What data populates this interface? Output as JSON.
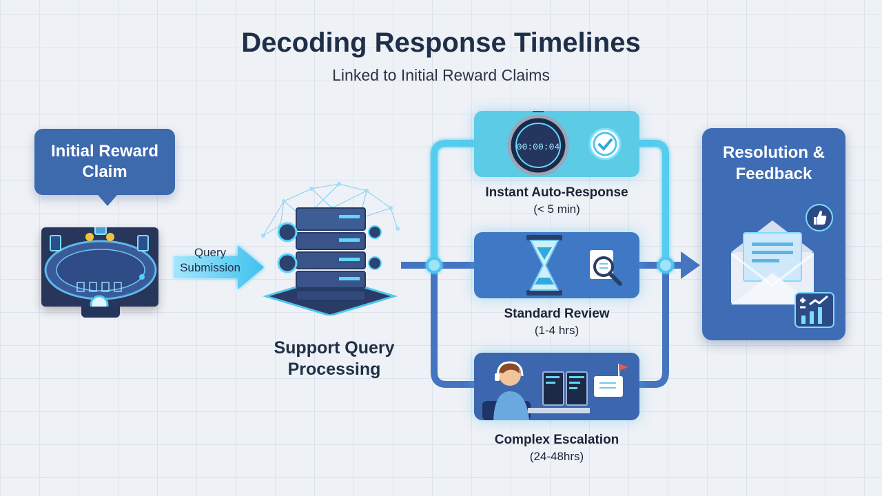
{
  "header": {
    "title": "Decoding Response Timelines",
    "subtitle": "Linked to Initial Reward Claims"
  },
  "start": {
    "label": "Initial Reward Claim"
  },
  "arrow": {
    "label": "Query Submission"
  },
  "processing": {
    "label": "Support Query Processing"
  },
  "paths": [
    {
      "title": "Instant Auto-Response",
      "time": "(< 5 min)",
      "icon": "stopwatch-icon",
      "timer_text": "00:00:04"
    },
    {
      "title": "Standard Review",
      "time": "(1-4 hrs)",
      "icon": "hourglass-icon"
    },
    {
      "title": "Complex Escalation",
      "time": "(24-48hrs)",
      "icon": "support-agent-icon"
    }
  ],
  "end": {
    "label": "Resolution & Feedback"
  },
  "colors": {
    "accent_cyan": "#4fc6ee",
    "dark_blue": "#3d69ad",
    "background": "#eef1f6",
    "title": "#1f2f47"
  }
}
